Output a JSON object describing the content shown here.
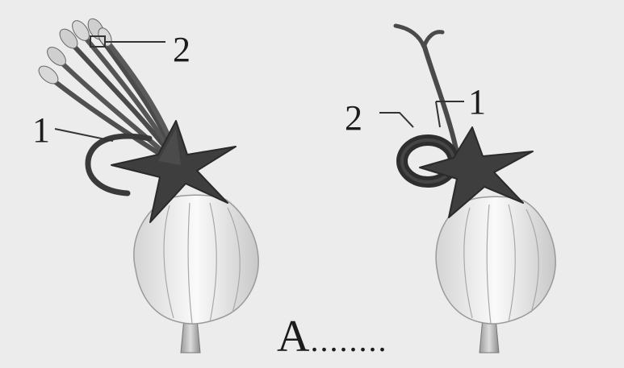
{
  "labels": {
    "left_flower": {
      "stamen_label": "2",
      "petal_label": "1"
    },
    "right_flower": {
      "stamen_label": "2",
      "petal_label": "1"
    }
  },
  "caption": {
    "letter": "A",
    "dots": "........"
  },
  "colors": {
    "background": "#ececec",
    "sepal": "#3e3e3e",
    "ovary_fill": "#f3f3f3",
    "ink": "#1c1c1c"
  }
}
